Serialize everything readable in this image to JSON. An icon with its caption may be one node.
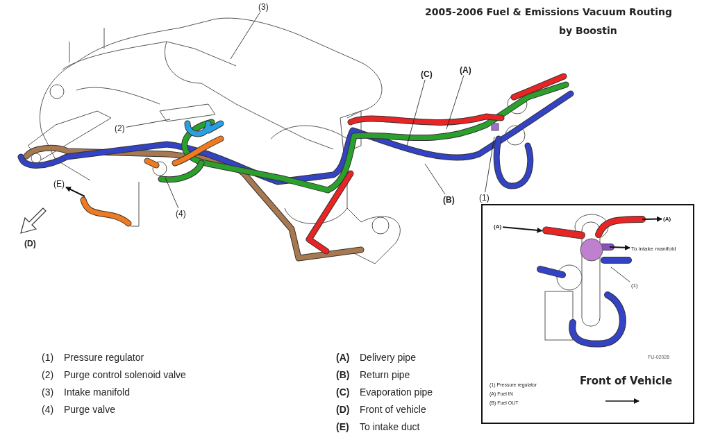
{
  "diagram": {
    "title": "2005-2006 Fuel & Emissions Vacuum Routing",
    "nodes": [
      {
        "text": [
          "(3)"
        ]
      },
      {
        "text": [
          "(C)"
        ]
      },
      {
        "text": [
          "(A)"
        ]
      },
      {
        "text": [
          "(2)"
        ]
      },
      {
        "text": [
          "(E)"
        ]
      },
      {
        "text": [
          "(1)"
        ]
      },
      {
        "text": [
          "(B)"
        ]
      },
      {
        "text": [
          "(4)"
        ]
      },
      {
        "text": [
          "FU-02028",
          "(1) Pressure regulator",
          "(A) Fuel IN",
          "(B) Fuel OUT",
          "Front of Vehicle"
        ]
      },
      {
        "text": [
          "(A)"
        ],
        "in": 8
      },
      {
        "text": [
          "(A)"
        ],
        "in": 8
      },
      {
        "text": [
          "To intake manifold"
        ],
        "in": 8
      },
      {
        "text": [
          "(1)"
        ],
        "in": 8
      },
      {
        "text": [],
        "shape": "bar",
        "in": 8
      }
    ],
    "edges": [
      {
        "from": 0,
        "to": null,
        "arrow": "none"
      },
      {
        "from": 1,
        "to": null,
        "arrow": "none"
      },
      {
        "from": 2,
        "to": null,
        "arrow": "none"
      },
      {
        "from": 3,
        "to": null,
        "arrow": "none"
      },
      {
        "from": null,
        "to": 4,
        "arrow": "to"
      },
      {
        "from": 5,
        "to": null,
        "arrow": "none"
      },
      {
        "from": 6,
        "to": null,
        "arrow": "none"
      },
      {
        "from": 7,
        "to": null,
        "arrow": "none"
      },
      {
        "from": 9,
        "to": 13,
        "arrow": "to"
      },
      {
        "from": null,
        "to": 10,
        "arrow": "to"
      },
      {
        "from": null,
        "to": 11,
        "arrow": "to"
      },
      {
        "from": 12,
        "to": null,
        "arrow": "none"
      }
    ],
    "labels": [
      "by Boostin",
      "(D)",
      "(1)",
      "Pressure regulator",
      "(2)",
      "Purge control solenoid valve",
      "(3)",
      "Intake manifold",
      "(4)",
      "Purge valve",
      "(A)",
      "Delivery pipe",
      "(B)",
      "Return pipe",
      "(C)",
      "Evaporation pipe",
      "(D)",
      "Front of vehicle",
      "(E)",
      "To intake duct"
    ]
  }
}
